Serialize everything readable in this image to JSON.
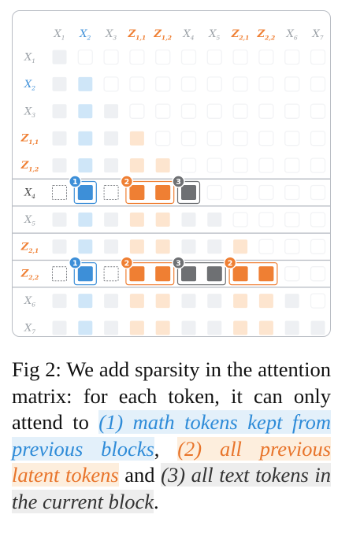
{
  "diagram": {
    "tokens": [
      {
        "id": "x1",
        "base": "X",
        "sub": "1",
        "kind": "text"
      },
      {
        "id": "x2",
        "base": "X",
        "sub": "2",
        "kind": "math"
      },
      {
        "id": "x3",
        "base": "X",
        "sub": "3",
        "kind": "text"
      },
      {
        "id": "z11",
        "base": "Z",
        "sub": "1,1",
        "kind": "latent"
      },
      {
        "id": "z12",
        "base": "Z",
        "sub": "1,2",
        "kind": "latent"
      },
      {
        "id": "x4",
        "base": "X",
        "sub": "4",
        "kind": "text"
      },
      {
        "id": "x5",
        "base": "X",
        "sub": "5",
        "kind": "text"
      },
      {
        "id": "z21",
        "base": "Z",
        "sub": "2,1",
        "kind": "latent"
      },
      {
        "id": "z22",
        "base": "Z",
        "sub": "2,2",
        "kind": "latent"
      },
      {
        "id": "x6",
        "base": "X",
        "sub": "6",
        "kind": "text"
      },
      {
        "id": "x7",
        "base": "X",
        "sub": "7",
        "kind": "text"
      }
    ],
    "highlighted_rows": [
      5,
      8
    ],
    "block_separators_after_row": [
      4,
      6,
      7,
      8
    ],
    "active_masks": {
      "5": [
        1,
        3,
        4,
        5
      ],
      "8": [
        1,
        3,
        4,
        5,
        6,
        7,
        8
      ]
    },
    "outline_cells": {
      "5": [
        0,
        2
      ],
      "8": [
        0,
        2
      ]
    },
    "groups": {
      "5": [
        {
          "from": 1,
          "to": 1,
          "badge": "1",
          "color": "blue"
        },
        {
          "from": 3,
          "to": 4,
          "badge": "2",
          "color": "orange"
        },
        {
          "from": 5,
          "to": 5,
          "badge": "3",
          "color": "gray"
        }
      ],
      "8": [
        {
          "from": 1,
          "to": 1,
          "badge": "1",
          "color": "blue"
        },
        {
          "from": 3,
          "to": 4,
          "badge": "2",
          "color": "orange"
        },
        {
          "from": 5,
          "to": 6,
          "badge": "3",
          "color": "gray"
        },
        {
          "from": 7,
          "to": 8,
          "badge": "2",
          "color": "orange"
        }
      ]
    },
    "colors": {
      "math": "#3d8fd8",
      "math_light": "#cfe6f8",
      "latent": "#ef7f33",
      "latent_light": "#fde5cf",
      "text_dark": "#6e7073",
      "text_light": "#eef0f3",
      "empty_border": "#f2f3f5",
      "label_gray": "#9aa0a6",
      "divider": "#b4b9c0"
    }
  },
  "caption": {
    "prefix": "Fig 2: We add sparsity in the attention matrix: for each token, it can only attend to ",
    "part1": "(1) math tokens kept from previous blocks",
    "sep1": ", ",
    "part2": "(2) all previous latent tokens",
    "sep2": " and ",
    "part3_lead": "(3) ",
    "part3": "all text tokens in the current block",
    "suffix": "."
  }
}
